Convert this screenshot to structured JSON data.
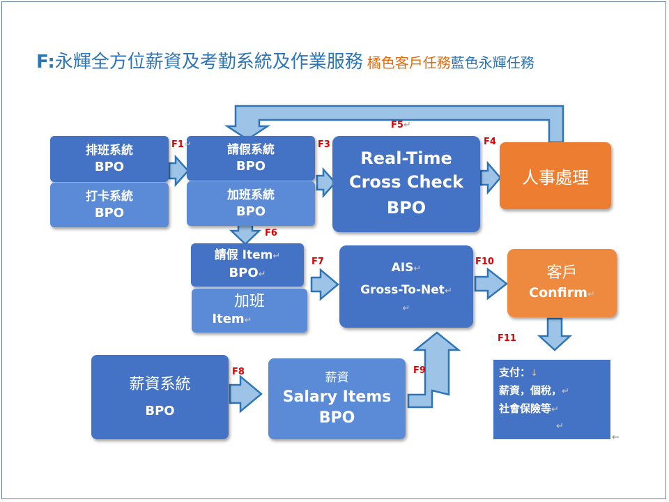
{
  "title": {
    "prefix": "F:",
    "main": "永輝全方位薪資及考勤系統及作業服務",
    "orange_legend": "橘色客戶任務",
    "blue_legend": "藍色永輝任務"
  },
  "colors": {
    "blue_task": "#4472c4",
    "orange_task": "#ed7d31",
    "flow_label": "#e00000",
    "arrow_fill": "#9dc3e6",
    "arrow_stroke": "#2e75b6"
  },
  "nodes": {
    "scheduling": {
      "line1": "排班系統",
      "line2": "BPO"
    },
    "clock": {
      "line1": "打卡系統",
      "line2": "BPO"
    },
    "leave": {
      "line1": "請假系統",
      "line2": "BPO"
    },
    "overtime": {
      "line1": "加班系統",
      "line2": "BPO"
    },
    "realtime": {
      "line1": "Real-Time",
      "line2": "Cross Check",
      "line3": "BPO"
    },
    "hr": {
      "line1": "人事處理"
    },
    "leave_item": {
      "line1": "請假 Item",
      "line2": "BPO"
    },
    "overtime_item": {
      "line1": "加班",
      "line2": "Item"
    },
    "ais": {
      "line1": "AIS",
      "line2": "Gross-To-Net"
    },
    "confirm": {
      "line1": "客戶",
      "line2": "Confirm"
    },
    "payroll": {
      "line1": "薪資系統",
      "line2": "BPO"
    },
    "salary_items": {
      "line1": "薪資",
      "line2": "Salary Items",
      "line3": "BPO"
    },
    "payment": {
      "line1": "支付：",
      "line2": "薪資，個稅，",
      "line3": "社會保險等"
    }
  },
  "flow_labels": {
    "f1": "F1",
    "f3": "F3",
    "f4": "F4",
    "f5": "F5",
    "f6": "F6",
    "f7": "F7",
    "f8": "F8",
    "f9": "F9",
    "f10": "F10",
    "f11": "F11"
  },
  "marks": {
    "return": "↵",
    "down": "↓",
    "left": "←"
  }
}
